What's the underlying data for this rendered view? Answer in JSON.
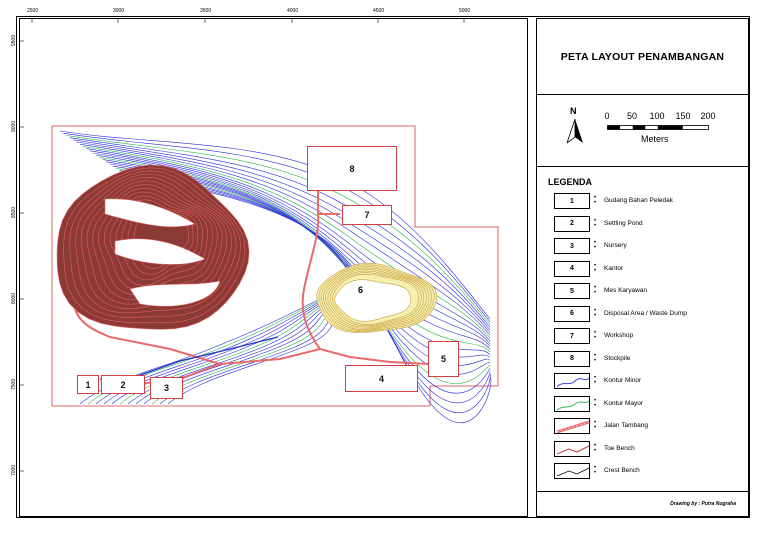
{
  "map": {
    "x_ticks": [
      "2500",
      "3000",
      "3500",
      "4000",
      "4500",
      "5000"
    ],
    "y_ticks": [
      "9500",
      "9000",
      "8500",
      "8000",
      "7500",
      "7000"
    ],
    "facility_labels": [
      "1",
      "2",
      "3",
      "4",
      "5",
      "6",
      "7",
      "8"
    ]
  },
  "panel": {
    "title": "PETA LAYOUT PENAMBANGAN",
    "north_label": "N",
    "scale_numbers": [
      "0",
      "50",
      "100",
      "150",
      "200"
    ],
    "scale_unit": "Meters",
    "legend_title": "LEGENDA",
    "legend_items": [
      {
        "key": "1",
        "label": "Gudang Bahan Peledak"
      },
      {
        "key": "2",
        "label": "Settling Pond"
      },
      {
        "key": "3",
        "label": "Nursery"
      },
      {
        "key": "4",
        "label": "Kantor"
      },
      {
        "key": "5",
        "label": "Mes Karyawan"
      },
      {
        "key": "6",
        "label": "Disposal Area / Waste Dump"
      },
      {
        "key": "7",
        "label": "Workshop"
      },
      {
        "key": "8",
        "label": "Stockpile"
      },
      {
        "key": "",
        "label": "Kontur Minor"
      },
      {
        "key": "",
        "label": "Kontur Mayor"
      },
      {
        "key": "",
        "label": "Jalan Tambang"
      },
      {
        "key": "",
        "label": "Toe Bench"
      },
      {
        "key": "",
        "label": "Crest Bench"
      }
    ],
    "credit": "Drawing by : Putra Nugraha"
  },
  "colors": {
    "pit_fill": "#8b3a36",
    "pit_line": "#e06060",
    "contour_minor": "#2a2adf",
    "contour_major": "#22bb44",
    "road": "#e86a6a",
    "dump_fill": "#f6f0b0",
    "dump_line": "#c8a040"
  }
}
